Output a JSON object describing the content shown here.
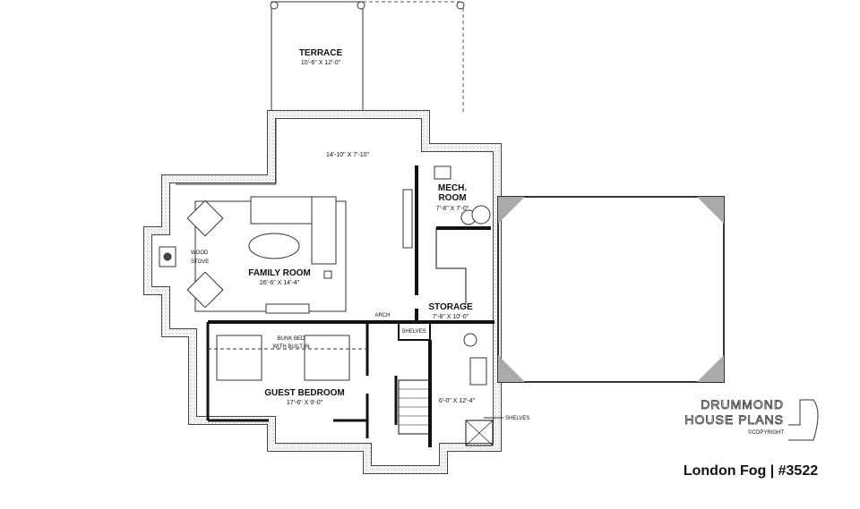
{
  "plan": {
    "rooms": {
      "terrace": {
        "name": "TERRACE",
        "dims": "10'-6\" X 12'-0\""
      },
      "upper_room": {
        "dims": "14'-10\" X 7'-10\""
      },
      "mech_room": {
        "name_line1": "MECH.",
        "name_line2": "ROOM",
        "dims": "7'-8\" X 7'-0\""
      },
      "family_room": {
        "name": "FAMILY ROOM",
        "dims": "26'-6\" X 14'-4\""
      },
      "wood_stove": {
        "line1": "WOOD",
        "line2": "STOVE"
      },
      "storage": {
        "name": "STORAGE",
        "dims": "7'-8\" X 10'-0\""
      },
      "arch": "ARCH",
      "shelves_box": "SHELVES",
      "bunk_bed": {
        "line1": "BUNK BED",
        "line2": "WITH BUILT-IN"
      },
      "guest_bedroom": {
        "name": "GUEST BEDROOM",
        "dims": "17'-6\" X 9'-0\""
      },
      "bathroom": {
        "dims": "6'-0\" X 12'-4\""
      },
      "shelves_callout": "SHELVES"
    }
  },
  "branding": {
    "logo_line1": "DRUMMOND",
    "logo_line2": "HOUSE PLANS",
    "copyright": "©COPYRIGHT",
    "plan_title": "London Fog | #3522"
  }
}
